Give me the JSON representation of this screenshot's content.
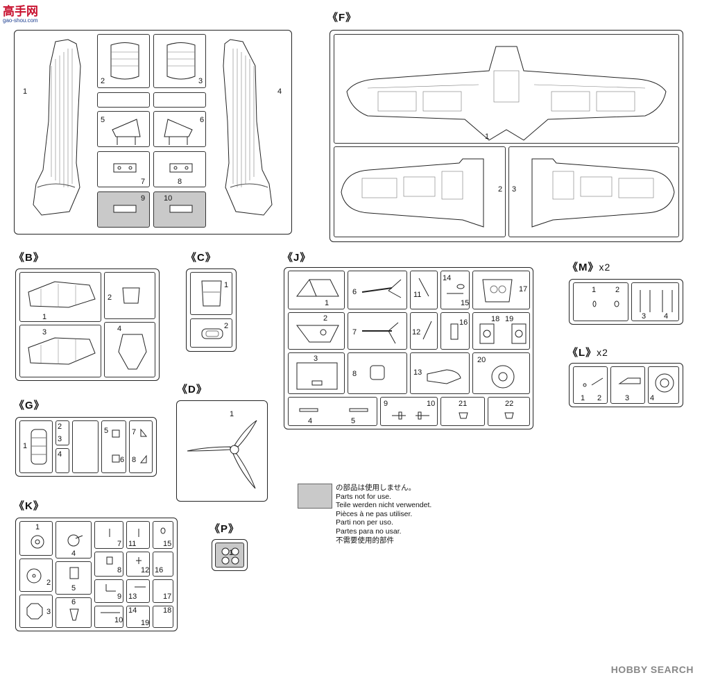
{
  "watermark_logo": {
    "main": "高手网",
    "sub": "gao-shou.com"
  },
  "watermark_bottom": "HOBBY SEARCH",
  "sprues": {
    "A": {
      "label": "",
      "parts": [
        "1",
        "2",
        "3",
        "4",
        "5",
        "6",
        "7",
        "8",
        "9",
        "10"
      ]
    },
    "F": {
      "label": "《F》",
      "parts": [
        "1",
        "2",
        "3"
      ]
    },
    "B": {
      "label": "《B》",
      "parts": [
        "1",
        "2",
        "3",
        "4"
      ]
    },
    "C": {
      "label": "《C》",
      "parts": [
        "1",
        "2"
      ]
    },
    "J": {
      "label": "《J》",
      "parts": [
        "1",
        "2",
        "3",
        "4",
        "5",
        "6",
        "7",
        "8",
        "9",
        "10",
        "11",
        "12",
        "13",
        "14",
        "15",
        "16",
        "17",
        "18",
        "19",
        "20",
        "21",
        "22"
      ]
    },
    "M": {
      "label": "《M》",
      "mult": "x2",
      "parts": [
        "1",
        "2",
        "3",
        "4"
      ]
    },
    "L": {
      "label": "《L》",
      "mult": "x2",
      "parts": [
        "1",
        "2",
        "3",
        "4"
      ]
    },
    "G": {
      "label": "《G》",
      "parts": [
        "1",
        "2",
        "3",
        "4",
        "5",
        "6",
        "7",
        "8"
      ]
    },
    "D": {
      "label": "《D》",
      "parts": [
        "1"
      ]
    },
    "K": {
      "label": "《K》",
      "parts": [
        "1",
        "2",
        "3",
        "4",
        "5",
        "6",
        "7",
        "8",
        "9",
        "10",
        "11",
        "12",
        "13",
        "14",
        "15",
        "16",
        "17",
        "18",
        "19"
      ]
    },
    "P": {
      "label": "《P》",
      "parts": [
        "1"
      ]
    }
  },
  "legend": {
    "lines": [
      "の部品は使用しません。",
      "Parts not for use.",
      "Teile werden nicht verwendet.",
      "Pièces à ne pas utiliser.",
      "Parti non per uso.",
      "Partes para no usar.",
      "不需要使用的部件"
    ]
  }
}
